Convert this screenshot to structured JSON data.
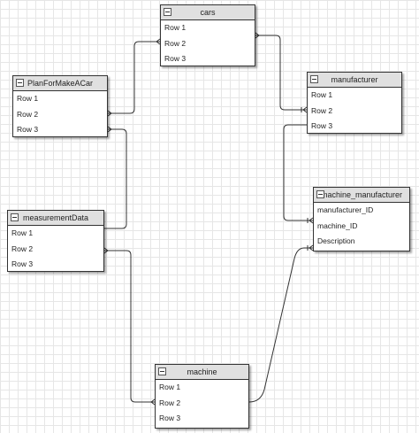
{
  "tables": {
    "cars": {
      "title": "cars",
      "rows": [
        "Row 1",
        "Row 2",
        "Row 3"
      ]
    },
    "manufacturer": {
      "title": "manufacturer",
      "rows": [
        "Row 1",
        "Row 2",
        "Row 3"
      ]
    },
    "plan_for_make_a_car": {
      "title": "PlanForMakeACar",
      "rows": [
        "Row 1",
        "Row 2",
        "Row 3"
      ]
    },
    "measurement_data": {
      "title": "measurementData",
      "rows": [
        "Row 1",
        "Row 2",
        "Row 3"
      ]
    },
    "machine_manufacturer": {
      "title": "machine_manufacturer",
      "rows": [
        "manufacturer_ID",
        "machine_ID",
        "Description"
      ]
    },
    "machine": {
      "title": "machine",
      "rows": [
        "Row 1",
        "Row 2",
        "Row 3"
      ]
    }
  },
  "colors": {
    "line": "#333333",
    "header": "#e0e0e0",
    "grid": "#e6e6e6"
  }
}
